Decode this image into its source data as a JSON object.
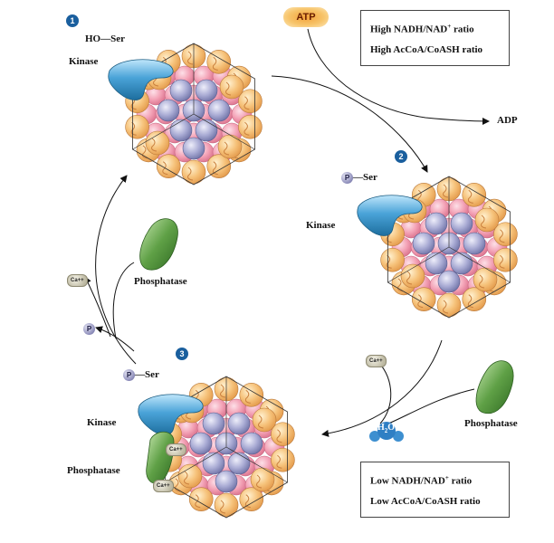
{
  "complexes": [
    {
      "step": "1",
      "residue_label": "HO",
      "ser_label": "Ser",
      "kinase_label": "Kinase"
    },
    {
      "step": "2",
      "residue_label": "P",
      "ser_label": "Ser",
      "kinase_label": "Kinase"
    },
    {
      "step": "3",
      "residue_label": "P",
      "ser_label": "Ser",
      "kinase_label": "Kinase",
      "phosphatase_label": "Phosphatase",
      "ca_label": "Ca++"
    }
  ],
  "atp": "ATP",
  "adp": "ADP",
  "high_box": {
    "line1": "High NADH/NAD",
    "line1_sup": "+",
    "line1_end": " ratio",
    "line2": "High AcCoA/CoASH ratio"
  },
  "low_box": {
    "line1": "Low NADH/NAD",
    "line1_sup": "+",
    "line1_end": " ratio",
    "line2": "Low AcCoA/CoASH ratio"
  },
  "free_phosphatase_left": "Phosphatase",
  "free_phosphatase_right": "Phosphatase",
  "ca_left": "Ca++",
  "ca_right": "Ca++",
  "p_released": "P",
  "water": {
    "h": "H",
    "sub": "2",
    "o": "O"
  },
  "colors": {
    "subunit_yellow": "#f6c27a",
    "subunit_pink": "#f3a1b5",
    "subunit_lavender": "#a9abd4",
    "kinase": "#4aa3d8",
    "phosphatase": "#5fa046",
    "badge": "#1a5f9e"
  }
}
